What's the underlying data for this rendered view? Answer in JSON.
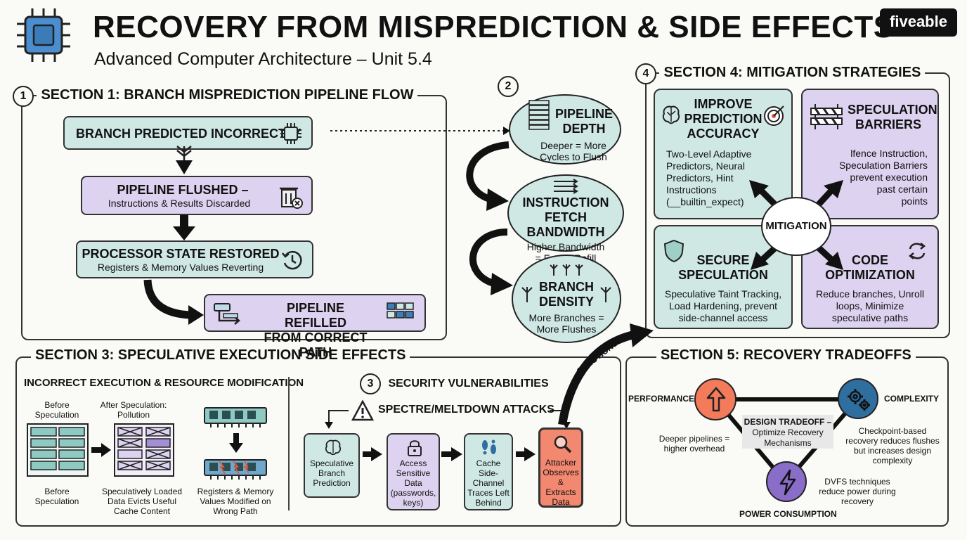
{
  "header": {
    "title": "RECOVERY FROM MISPREDICTION & SIDE EFFECTS",
    "subtitle": "Advanced Computer Architecture – Unit 5.4",
    "brand": "fiveable"
  },
  "section1": {
    "num": "1",
    "title": "SECTION 1: BRANCH MISPREDICTION PIPELINE FLOW",
    "step1": "BRANCH PREDICTED INCORRECTLY",
    "step2_title": "PIPELINE FLUSHED –",
    "step2_sub": "Instructions & Results Discarded",
    "step3_title": "PROCESSOR STATE RESTORED",
    "step3_sub": "Registers & Memory Values Reverting",
    "step4_line1": "PIPELINE REFILLED",
    "step4_line2": "FROM CORRECT PATH"
  },
  "section2": {
    "num": "2",
    "c1_title1": "PIPELINE",
    "c1_title2": "DEPTH",
    "c1_sub1": "Deeper = More",
    "c1_sub2": "Cycles to Flush",
    "c2_title1": "INSTRUCTION",
    "c2_title2": "FETCH BANDWIDTH",
    "c2_sub1": "Higher Bandwidth",
    "c2_sub2": "= Faster Refill",
    "c3_title1": "BRANCH",
    "c3_title2": "DENSITY",
    "c3_sub1": "More Branches =",
    "c3_sub2": "More Flushes"
  },
  "section3": {
    "title": "SECTION 3: SPECULATIVE EXECUTION SIDE EFFECTS",
    "left_title": "INCORRECT EXECUTION & RESOURCE MODIFICATION",
    "before1": "Before",
    "before2": "Speculation",
    "after1": "After Speculation:",
    "after2": "Pollution",
    "bottom_before1": "Before",
    "bottom_before2": "Speculation",
    "cache_cap1": "Speculatively Loaded",
    "cache_cap2": "Data Evicts Useful",
    "cache_cap3": "Cache Content",
    "reg_cap1": "Registers & Memory",
    "reg_cap2": "Values Modified on",
    "reg_cap3": "Wrong Path",
    "vuln_num": "3",
    "vuln_title": "SECURITY VULNERABILITIES",
    "attack_title": "SPECTRE/MELTDOWN ATTACKS",
    "s1": [
      "Speculative",
      "Branch",
      "Prediction"
    ],
    "s2": [
      "Access",
      "Sensitive",
      "Data",
      "(passwords,",
      "keys)"
    ],
    "s3": [
      "Cache",
      "Side-",
      "Channel",
      "Traces Left",
      "Behind"
    ],
    "s4": [
      "Attacker",
      "Observes &",
      "Extracts",
      "Data"
    ],
    "solutions": "SOLUTIONS"
  },
  "section4": {
    "num": "4",
    "title": "SECTION 4: MITIGATION STRATEGIES",
    "center": "MITIGATION",
    "q1_title": [
      "IMPROVE",
      "PREDICTION",
      "ACCURACY"
    ],
    "q1_body": [
      "Two-Level Adaptive",
      "Predictors, Neural",
      "Predictors, Hint",
      "Instructions",
      "(__builtin_expect)"
    ],
    "q2_title": [
      "SPECULATION",
      "BARRIERS"
    ],
    "q2_body": [
      "lfence Instruction,",
      "Speculation Barriers",
      "prevent execution",
      "past certain",
      "points"
    ],
    "q3_title": [
      "SECURE",
      "SPECULATION"
    ],
    "q3_body": [
      "Speculative Taint Tracking,",
      "Load Hardening, prevent",
      "side-channel access"
    ],
    "q4_title": [
      "CODE",
      "OPTIMIZATION"
    ],
    "q4_body": [
      "Reduce branches, Unroll",
      "loops, Minimize",
      "speculative paths"
    ]
  },
  "section5": {
    "title": "SECTION 5: RECOVERY TRADEOFFS",
    "performance": "PERFORMANCE",
    "complexity": "COMPLEXITY",
    "power": "POWER CONSUMPTION",
    "center1": "DESIGN TRADEOFF –",
    "center2": "Optimize Recovery",
    "center3": "Mechanisms",
    "perf_note1": "Deeper pipelines =",
    "perf_note2": "higher overhead",
    "comp_note": [
      "Checkpoint-based",
      "recovery reduces flushes",
      "but increases design",
      "complexity"
    ],
    "power_note": [
      "DVFS techniques",
      "reduce power during",
      "recovery"
    ]
  },
  "colors": {
    "teal": "#cfe8e4",
    "lavender": "#ddd3f0",
    "red": "#f28870",
    "orange": "#f47a5c",
    "blue": "#2f6fa0",
    "purple": "#8a6cc9"
  }
}
